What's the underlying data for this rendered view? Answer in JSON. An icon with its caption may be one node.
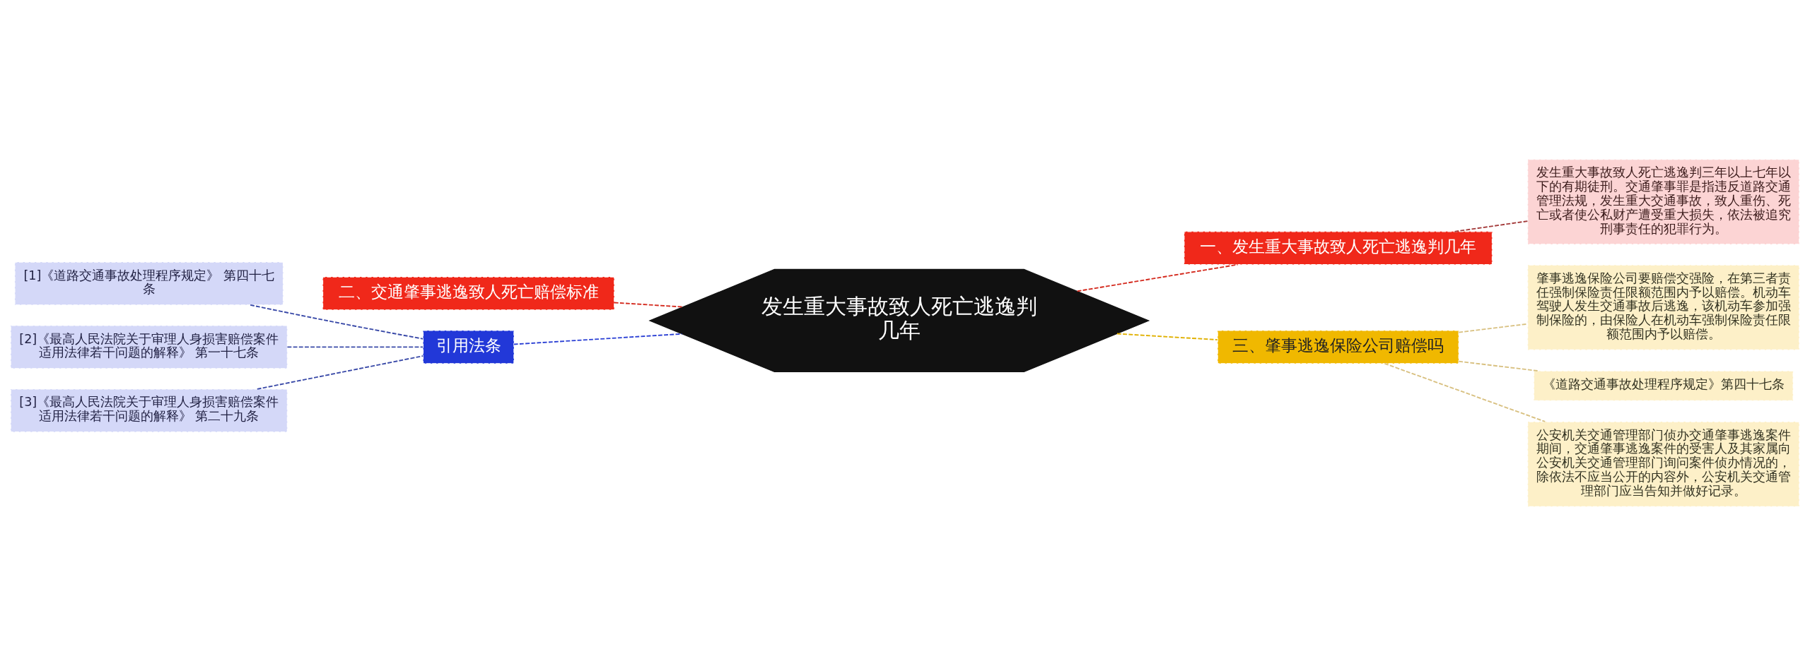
{
  "diagram": {
    "nodes": [
      {
        "text": [
          "发生重大事故致人死亡逃逸判几年"
        ]
      },
      {
        "text": [
          "一、发生重大事故致人死亡逃逸判几年"
        ]
      },
      {
        "text": [
          "发生重大事故致人死亡逃逸判三年以上七年以下的有期徒刑。交通肇事罪是指违反道路交通管理法规，发生重大交通事故，致人重伤、死亡或者使公私财产遭受重大损失，依法被追究刑事责任的犯罪行为。"
        ]
      },
      {
        "text": [
          "二、交通肇事逃逸致人死亡赔偿标准"
        ]
      },
      {
        "text": [
          "引用法条"
        ]
      },
      {
        "text": [
          "[1]《道路交通事故处理程序规定》 第四十七条"
        ]
      },
      {
        "text": [
          "[2]《最高人民法院关于审理人身损害赔偿案件适用法律若干问题的解释》 第一十七条"
        ]
      },
      {
        "text": [
          "[3]《最高人民法院关于审理人身损害赔偿案件适用法律若干问题的解释》 第二十九条"
        ]
      },
      {
        "text": [
          "三、肇事逃逸保险公司赔偿吗"
        ]
      },
      {
        "text": [
          "肇事逃逸保险公司要赔偿交强险，在第三者责任强制保险责任限额范围内予以赔偿。机动车驾驶人发生交通事故后逃逸，该机动车参加强制保险的，由保险人在机动车强制保险责任限额范围内予以赔偿。"
        ]
      },
      {
        "text": [
          "《道路交通事故处理程序规定》第四十七条"
        ]
      },
      {
        "text": [
          "公安机关交通管理部门侦办交通肇事逃逸案件期间，交通肇事逃逸案件的受害人及其家属向公安机关交通管理部门询问案件侦办情况的，除依法不应当公开的内容外，公安机关交通管理部门应当告知并做好记录。"
        ]
      }
    ],
    "edges": [
      {
        "from": 0,
        "to": 1,
        "arrow": "none",
        "style": "dashed",
        "color": "#d42a1e"
      },
      {
        "from": 1,
        "to": 2,
        "arrow": "none",
        "style": "dashed",
        "color": "#a33a3a"
      },
      {
        "from": 3,
        "to": 0,
        "arrow": "none",
        "style": "dashed",
        "color": "#d42a1e"
      },
      {
        "from": 4,
        "to": 0,
        "arrow": "none",
        "style": "dashed",
        "color": "#2a3fd4"
      },
      {
        "from": 5,
        "to": 4,
        "arrow": "none",
        "style": "dashed",
        "color": "#3a4aa8"
      },
      {
        "from": 6,
        "to": 4,
        "arrow": "none",
        "style": "dashed",
        "color": "#3a4aa8"
      },
      {
        "from": 7,
        "to": 4,
        "arrow": "none",
        "style": "dashed",
        "color": "#3a4aa8"
      },
      {
        "from": 0,
        "to": 8,
        "arrow": "none",
        "style": "dashed",
        "color": "#e0b000"
      },
      {
        "from": 8,
        "to": 9,
        "arrow": "none",
        "style": "dashed",
        "color": "#d8c080"
      },
      {
        "from": 8,
        "to": 10,
        "arrow": "none",
        "style": "dashed",
        "color": "#d8c080"
      },
      {
        "from": 8,
        "to": 11,
        "arrow": "none",
        "style": "dashed",
        "color": "#d8c080"
      }
    ]
  }
}
